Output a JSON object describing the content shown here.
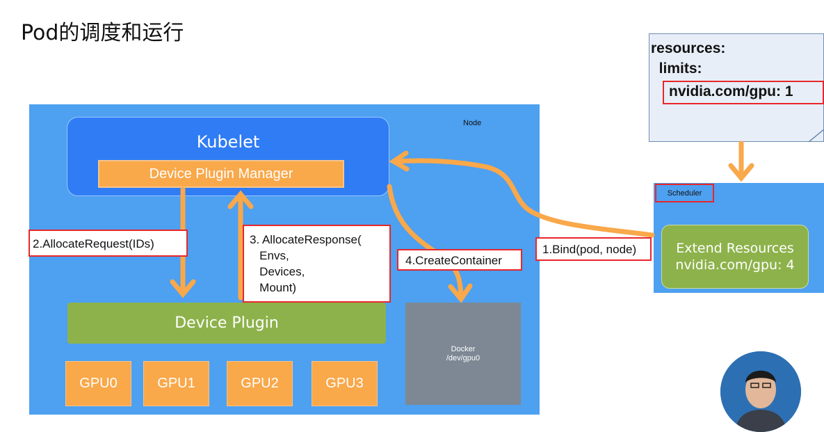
{
  "title": "Pod的调度和运行",
  "node": {
    "label": "Node",
    "kubelet": "Kubelet",
    "device_plugin_manager": "Device Plugin Manager",
    "device_plugin": "Device Plugin",
    "gpus": [
      "GPU0",
      "GPU1",
      "GPU2",
      "GPU3"
    ],
    "docker": {
      "line1": "Docker",
      "line2": "/dev/gpu0"
    }
  },
  "steps": {
    "allocate_request": "2.AllocateRequest(IDs)",
    "allocate_response": [
      "3. AllocateResponse(",
      "   Envs,",
      "   Devices,",
      "   Mount)"
    ],
    "create_container": "4.CreateContainer",
    "bind": "1.Bind(pod, node)"
  },
  "scheduler": {
    "label": "Scheduler",
    "ext_title": "Extend Resources",
    "ext_value": "nvidia.com/gpu: 4"
  },
  "pod_spec": {
    "line1": "resources:",
    "line2": "  limits:",
    "line3": "nvidia.com/gpu: 1"
  },
  "colors": {
    "node_bg": "#4ea0f0",
    "kubelet": "#2f7cf5",
    "orange": "#f9a84a",
    "green": "#8db24b",
    "docker": "#7d8894",
    "highlight": "#e8262a"
  },
  "icons": [
    "presenter-avatar"
  ]
}
